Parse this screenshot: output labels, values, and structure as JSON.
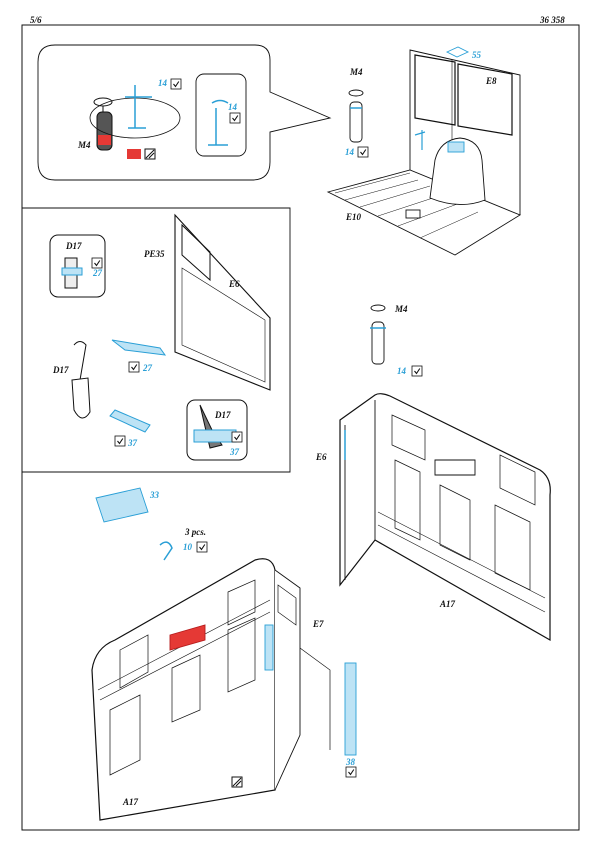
{
  "header": {
    "page": "5/6",
    "code": "36 358"
  },
  "colors": {
    "pe_blue": "#2a9fd6",
    "red_part": "#e53935",
    "outline": "#111111",
    "blue_fill": "#bde3f5"
  },
  "labels": {
    "m4_inset": "M4",
    "p14_a": "14",
    "p14_b": "14",
    "m4_top": "M4",
    "p14_top": "14",
    "p55": "55",
    "e8": "E8",
    "e10": "E10",
    "d17_small": "D17",
    "p27_small": "27",
    "pe35": "PE35",
    "e6_door": "E6",
    "d17_left": "D17",
    "p27_mid": "27",
    "p37_a": "37",
    "d17_box": "D17",
    "p37_box": "37",
    "m4_mid": "M4",
    "p14_mid": "14",
    "e6_right": "E6",
    "a17_right": "A17",
    "p33": "33",
    "pcs": "3 pcs.",
    "p10": "10",
    "e7": "E7",
    "p38": "38",
    "a17_left": "A17"
  },
  "icons": {
    "check": "check-mark-icon",
    "paint": "paint-swatch-icon"
  }
}
